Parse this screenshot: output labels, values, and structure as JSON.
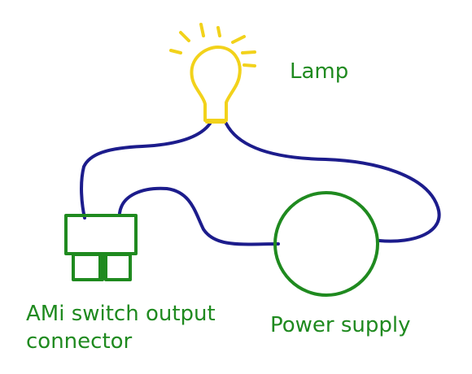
{
  "labels": {
    "lamp": "Lamp",
    "connector_line1": "AMi switch output",
    "connector_line2": "connector",
    "power_supply": "Power supply"
  },
  "colors": {
    "wire": "#1c1c8c",
    "outline": "#1f8a1f",
    "label": "#1f8a1f",
    "bulb": "#f2d21b",
    "background": "#ffffff"
  }
}
